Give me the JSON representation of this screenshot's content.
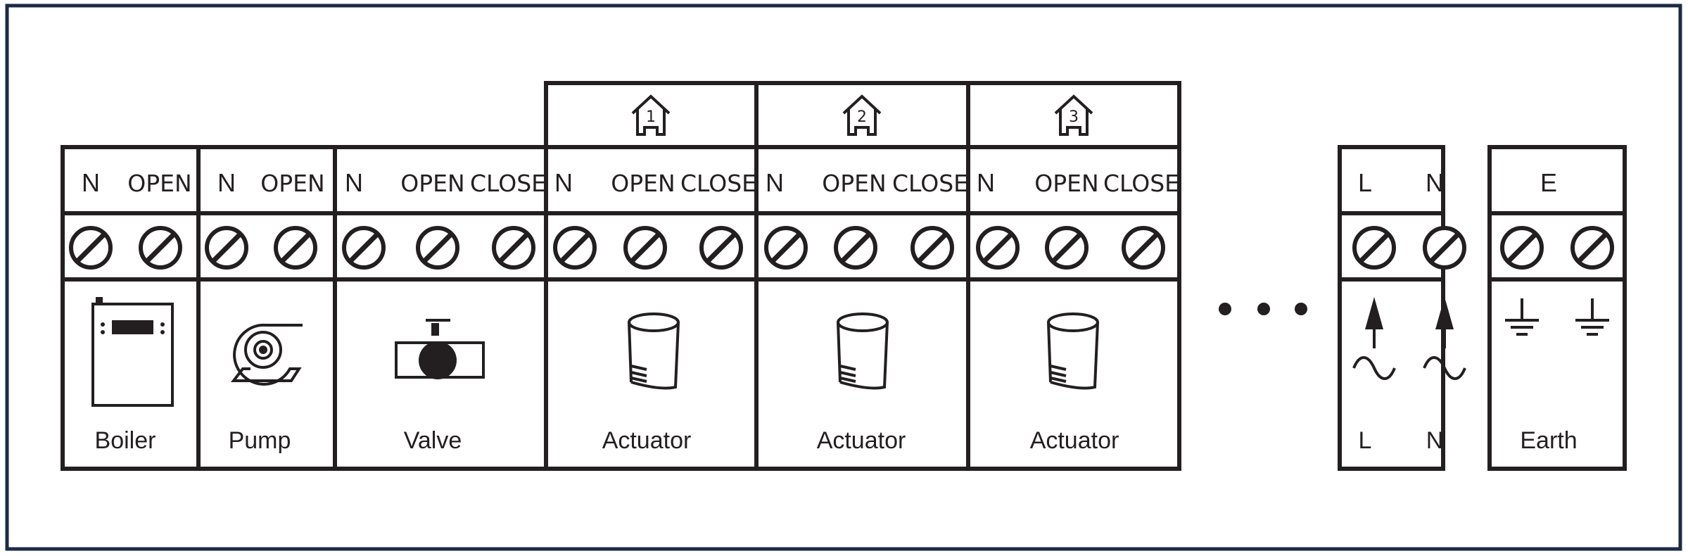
{
  "colors": {
    "line": "#231f20",
    "frame": "#1d2a44",
    "background": "#ffffff"
  },
  "zones": [
    {
      "number": "1",
      "icon": "house-zone-1-icon"
    },
    {
      "number": "2",
      "icon": "house-zone-2-icon"
    },
    {
      "number": "3",
      "icon": "house-zone-3-icon"
    }
  ],
  "groups": [
    {
      "id": "boiler",
      "terminals": [
        "N",
        "OPEN"
      ],
      "device": "Boiler",
      "icon": "boiler-icon"
    },
    {
      "id": "pump",
      "terminals": [
        "N",
        "OPEN"
      ],
      "device": "Pump",
      "icon": "pump-icon"
    },
    {
      "id": "valve",
      "terminals": [
        "N",
        "OPEN",
        "CLOSE"
      ],
      "device": "Valve",
      "icon": "valve-icon"
    },
    {
      "id": "actuator-1",
      "terminals": [
        "N",
        "OPEN",
        "CLOSE"
      ],
      "device": "Actuator",
      "icon": "actuator-icon"
    },
    {
      "id": "actuator-2",
      "terminals": [
        "N",
        "OPEN",
        "CLOSE"
      ],
      "device": "Actuator",
      "icon": "actuator-icon"
    },
    {
      "id": "actuator-3",
      "terminals": [
        "N",
        "OPEN",
        "CLOSE"
      ],
      "device": "Actuator",
      "icon": "actuator-icon"
    },
    {
      "id": "power",
      "terminals": [
        "L",
        "N"
      ],
      "device_labels": [
        "L",
        "N"
      ],
      "icon": "ac-supply-icon"
    },
    {
      "id": "earth",
      "terminals": [
        "E"
      ],
      "device": "Earth",
      "icon": "earth-ground-icon"
    }
  ],
  "continuation_icon": "ellipsis-icon"
}
